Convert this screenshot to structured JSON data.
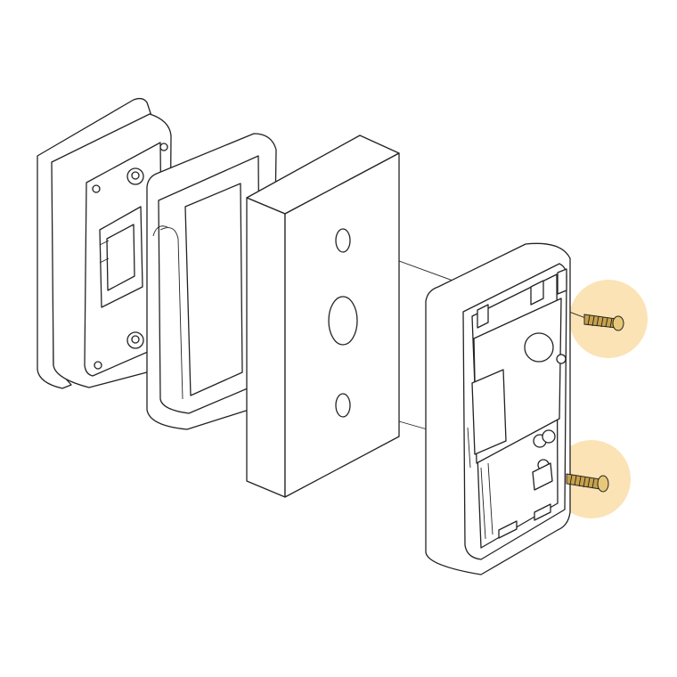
{
  "diagram": {
    "type": "exploded-assembly-view",
    "parts": [
      "back-plate",
      "gasket-frame",
      "foam-spacer",
      "housing",
      "screw-top",
      "screw-bottom"
    ],
    "colors": {
      "line": "#222222",
      "background": "#ffffff",
      "highlight": "#fbe3b6",
      "screw": "#c8a24a"
    }
  }
}
